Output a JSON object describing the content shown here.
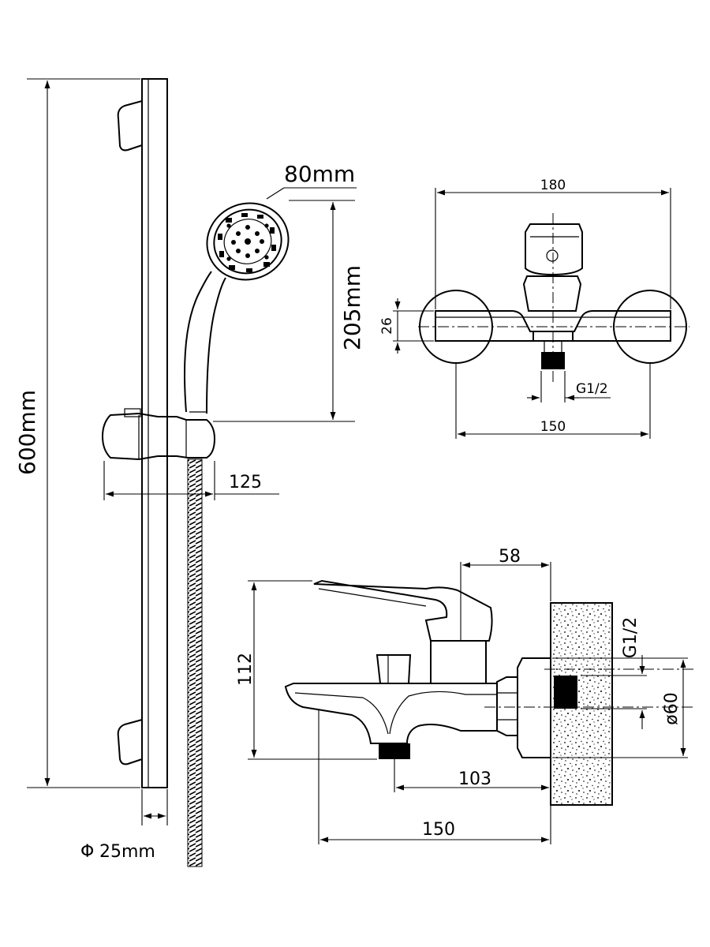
{
  "shower_set": {
    "bar_length": "600mm",
    "head_diameter": "80mm",
    "handset_length": "205mm",
    "holder_projection": "125",
    "bar_diameter": "25mm",
    "phi_symbol": "Φ"
  },
  "mixer_front": {
    "total_width": "180",
    "center_distance": "150",
    "body_height": "26",
    "outlet_thread": "G1/2"
  },
  "mixer_side": {
    "lever_offset": "58",
    "height": "112",
    "wall_thread": "G1/2",
    "escutcheon_diameter": "ø60",
    "outlet_offset": "103",
    "projection": "150"
  }
}
